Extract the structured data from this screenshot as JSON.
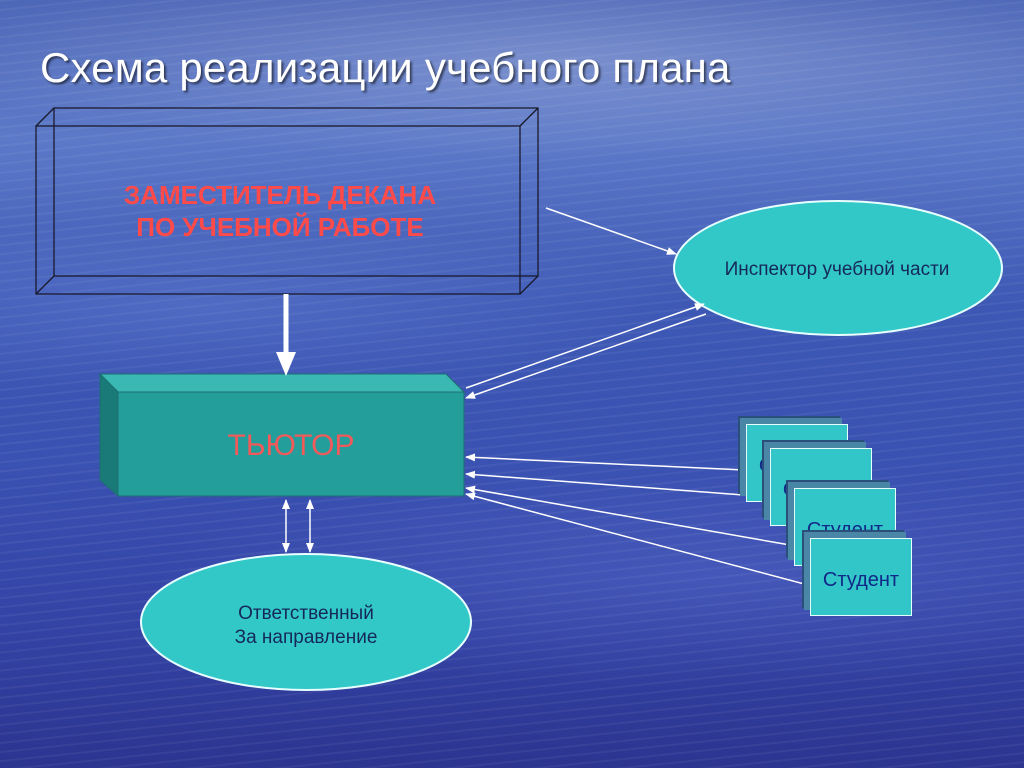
{
  "slide": {
    "title": "Схема реализации учебного плана"
  },
  "nodes": {
    "deputy_dean": {
      "line1": "ЗАМЕСТИТЕЛЬ ДЕКАНА",
      "line2": "ПО УЧЕБНОЙ РАБОТЕ",
      "color": "#ff4a4a"
    },
    "inspector": {
      "label": "Инспектор учебной части",
      "fill": "#33c8c8"
    },
    "tutor": {
      "label": "ТЬЮТОР",
      "fill": "#239e9a"
    },
    "responsible": {
      "line1": "Ответственный",
      "line2": "За направление",
      "fill": "#33c8c8"
    },
    "students": [
      "Студент",
      "Студент",
      "Студент",
      "Студент"
    ]
  },
  "colors": {
    "background": "#3a52b2",
    "title": "#ffffff",
    "tutor_text": "#f05a5a",
    "student_text": "#102888"
  }
}
